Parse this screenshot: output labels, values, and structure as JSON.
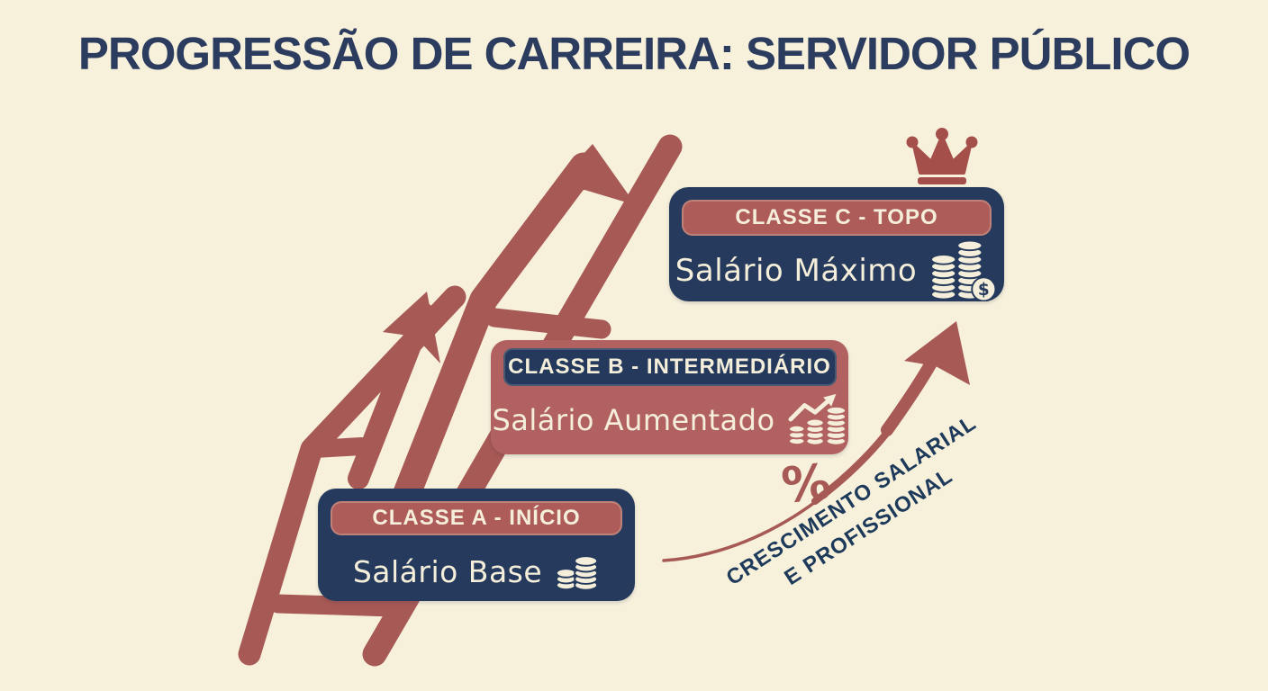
{
  "title": "PROGRESSÃO DE CARREIRA: SERVIDOR PÚBLICO",
  "classes": {
    "a": {
      "label": "CLASSE A - INÍCIO",
      "salary": "Salário Base"
    },
    "b": {
      "label": "CLASSE B - INTERMEDIÁRIO",
      "salary": "Salário Aumentado"
    },
    "c": {
      "label": "CLASSE C - TOPO",
      "salary": "Salário Máximo"
    }
  },
  "growth": {
    "percent": "%",
    "line1": "CRESCIMENTO SALARIAL",
    "line2": "E PROFISSIONAL"
  },
  "icons": {
    "dollar": "$",
    "crown": "crown-icon",
    "coins_base": "coin-stacks-icon",
    "coins_growth": "coin-stacks-growth-arrow-icon",
    "coins_max": "coin-stacks-dollar-icon",
    "ladder": "ladder-with-arrows-graphic",
    "curved_arrow": "curved-growth-arrow"
  },
  "colors": {
    "background": "#f7f1dc",
    "navy": "#253a5c",
    "maroon": "#a75955",
    "maroon_light": "#b16260",
    "cream_text": "#f4eeda"
  }
}
